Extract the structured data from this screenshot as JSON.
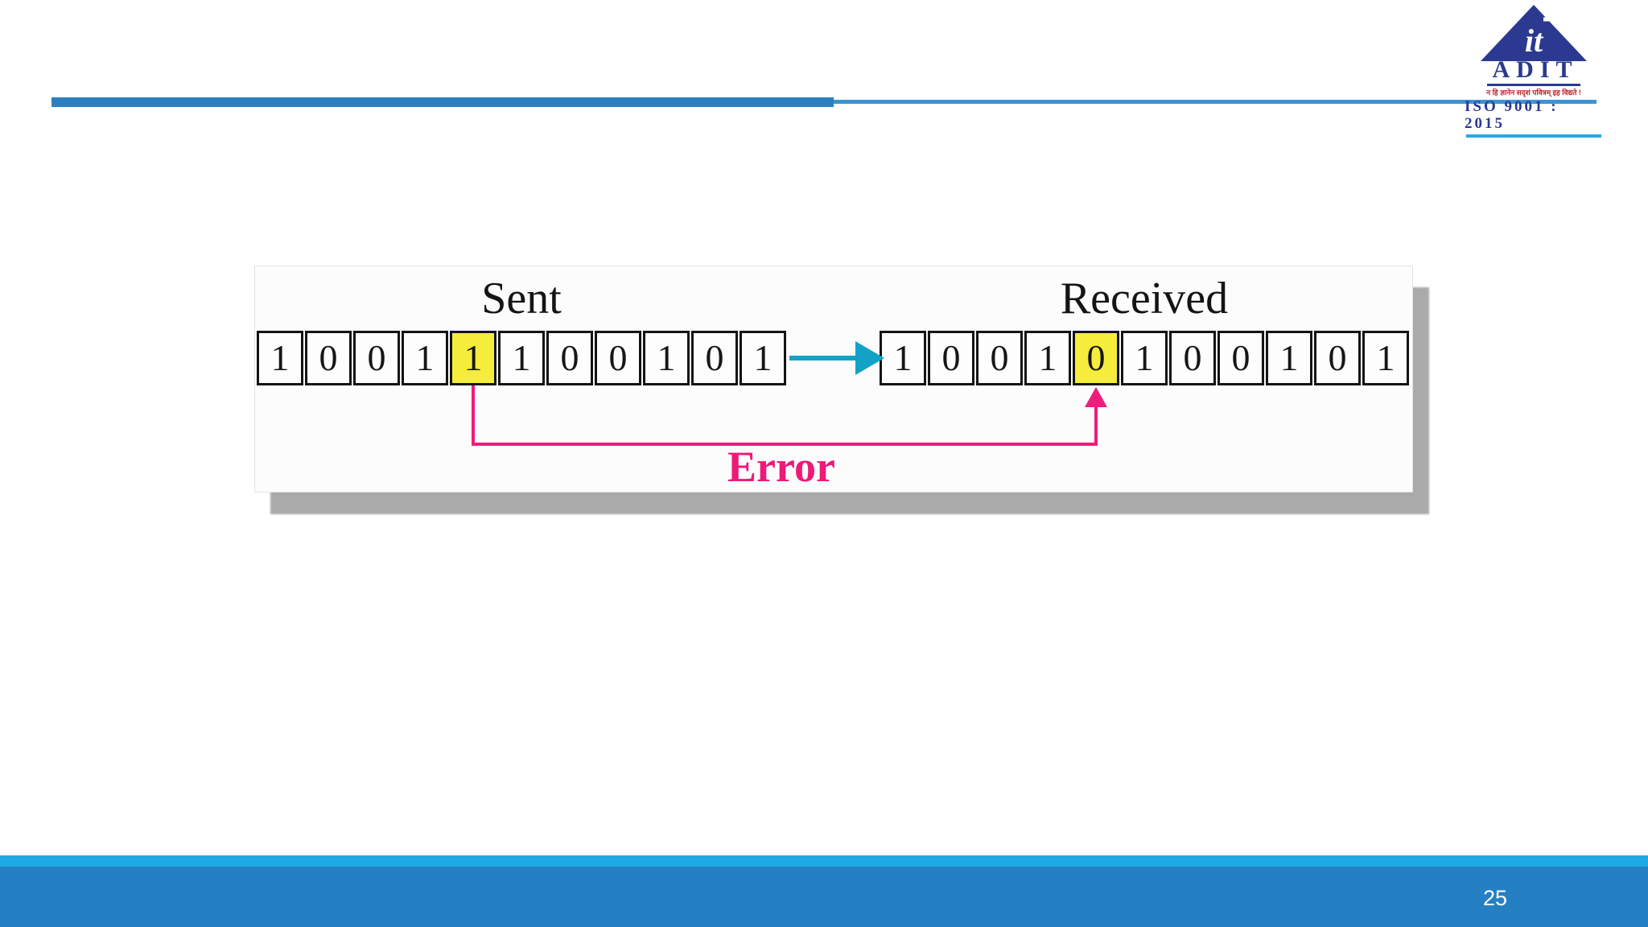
{
  "top_rule": {
    "thick_color": "#2b80c2",
    "thin_color": "#3e93d2"
  },
  "logo": {
    "acronym": "ADIT",
    "tagline_devanagari": "न हि ज्ञानेन सदृशं पवित्रम् इह विद्यते !",
    "iso_text": "ISO 9001 : 2015",
    "emblem_glyph": "it",
    "navy": "#2b3990",
    "red": "#c1272d",
    "cyan": "#29a8e0"
  },
  "diagram": {
    "sent": {
      "label": "Sent",
      "bits": [
        "1",
        "0",
        "0",
        "1",
        "1",
        "1",
        "0",
        "0",
        "1",
        "0",
        "1"
      ],
      "error_bit_index": 4
    },
    "received": {
      "label": "Received",
      "bits": [
        "1",
        "0",
        "0",
        "1",
        "0",
        "1",
        "0",
        "0",
        "1",
        "0",
        "1"
      ],
      "error_bit_index": 4
    },
    "error_label": "Error",
    "colors": {
      "highlight": "#f5ec3c",
      "transmission_arrow": "#12a2c6",
      "error": "#ee1c7c",
      "cell_border": "#141414"
    }
  },
  "footer": {
    "page_number": "25",
    "stripe_color": "#1fa9e3",
    "bar_color": "#2480c3"
  }
}
